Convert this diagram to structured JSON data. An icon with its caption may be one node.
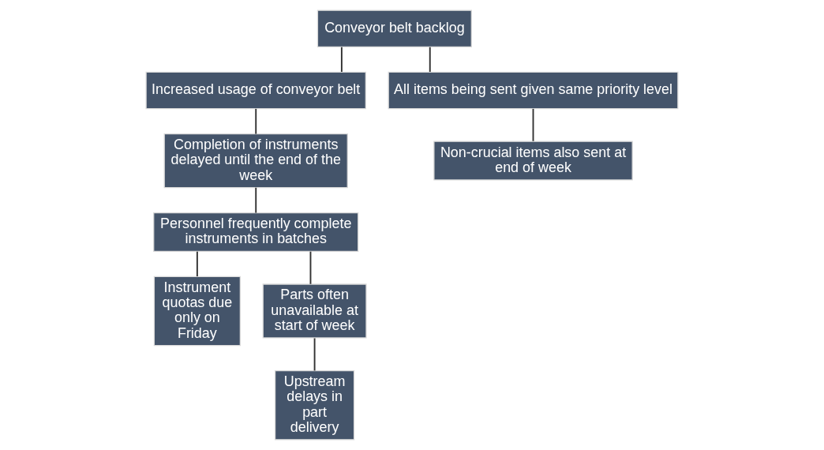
{
  "diagram": {
    "nodes": [
      {
        "text": [
          "Conveyor belt backlog"
        ]
      },
      {
        "text": [
          "Increased usage of conveyor belt"
        ]
      },
      {
        "text": [
          "All items being sent given same priority level"
        ]
      },
      {
        "text": [
          "Completion of instruments delayed until the end of the week"
        ]
      },
      {
        "text": [
          "Non-crucial items also sent at end of week"
        ]
      },
      {
        "text": [
          "Personnel frequently complete instruments in batches"
        ]
      },
      {
        "text": [
          "Instrument quotas due only on Friday"
        ]
      },
      {
        "text": [
          "Parts often unavailable at start of week"
        ]
      },
      {
        "text": [
          "Upstream delays in part delivery"
        ]
      }
    ],
    "edges": [
      {
        "from": 0,
        "to": 1,
        "arrow": "none"
      },
      {
        "from": 0,
        "to": 2,
        "arrow": "none"
      },
      {
        "from": 1,
        "to": 3,
        "arrow": "none"
      },
      {
        "from": 2,
        "to": 4,
        "arrow": "none"
      },
      {
        "from": 3,
        "to": 5,
        "arrow": "none"
      },
      {
        "from": 5,
        "to": 6,
        "arrow": "none"
      },
      {
        "from": 5,
        "to": 7,
        "arrow": "none"
      },
      {
        "from": 7,
        "to": 8,
        "arrow": "none"
      }
    ]
  }
}
